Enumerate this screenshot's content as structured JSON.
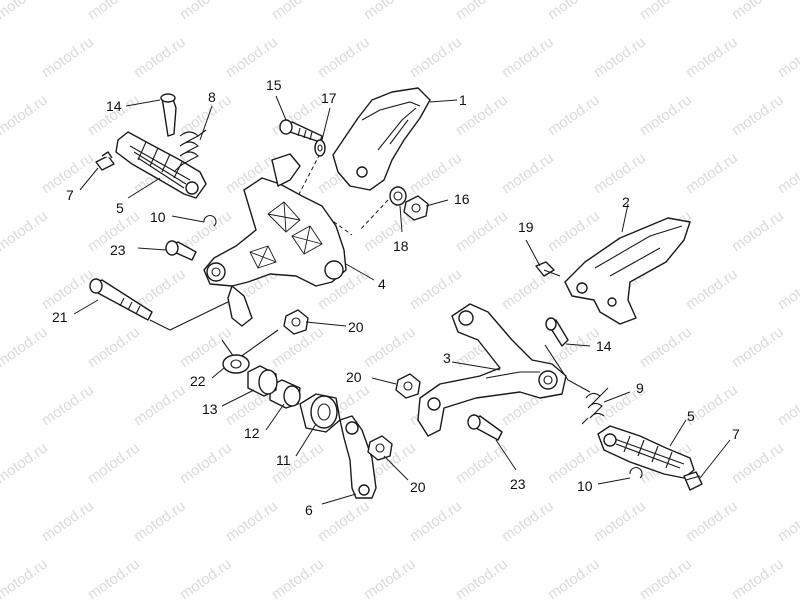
{
  "watermark": {
    "text": "motod.ru",
    "color": "#bdbdbd"
  },
  "callouts": {
    "c1": "1",
    "c2": "2",
    "c3": "3",
    "c4": "4",
    "c5a": "5",
    "c5b": "5",
    "c6": "6",
    "c7a": "7",
    "c7b": "7",
    "c8": "8",
    "c9": "9",
    "c10a": "10",
    "c10b": "10",
    "c11": "11",
    "c12": "12",
    "c13": "13",
    "c14a": "14",
    "c14b": "14",
    "c15": "15",
    "c16": "16",
    "c17": "17",
    "c18": "18",
    "c19": "19",
    "c20a": "20",
    "c20b": "20",
    "c20c": "20",
    "c21": "21",
    "c22": "22",
    "c23a": "23",
    "c23b": "23"
  },
  "colors": {
    "line": "#1a1a1a",
    "background": "#ffffff"
  }
}
